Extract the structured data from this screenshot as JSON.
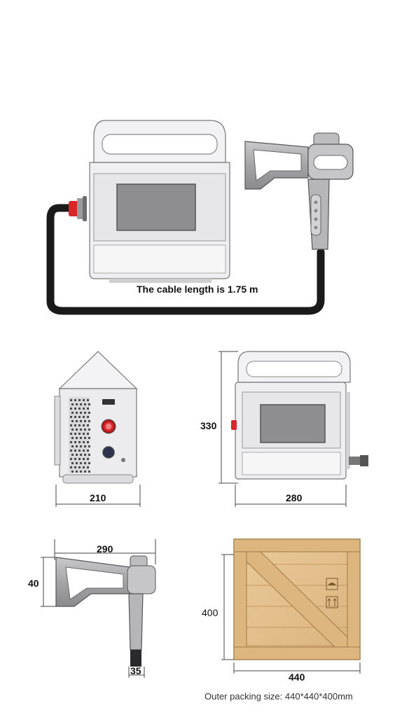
{
  "caption": {
    "cable_length": "The cable length is 1.75 m"
  },
  "dimensions": {
    "side_width": "210",
    "front_height": "330",
    "front_width": "280",
    "gun_length": "290",
    "gun_height": "40",
    "gun_grip_width": "35",
    "box_height": "400",
    "box_width": "440"
  },
  "packing": {
    "label": "Outer packing size: 440*440*400mm"
  },
  "colors": {
    "case_body": "#f1f1f3",
    "screen": "#8e8e90",
    "cable": "#1a1a1a",
    "connector_red": "#d8262b",
    "wood": "#e2c08e"
  }
}
